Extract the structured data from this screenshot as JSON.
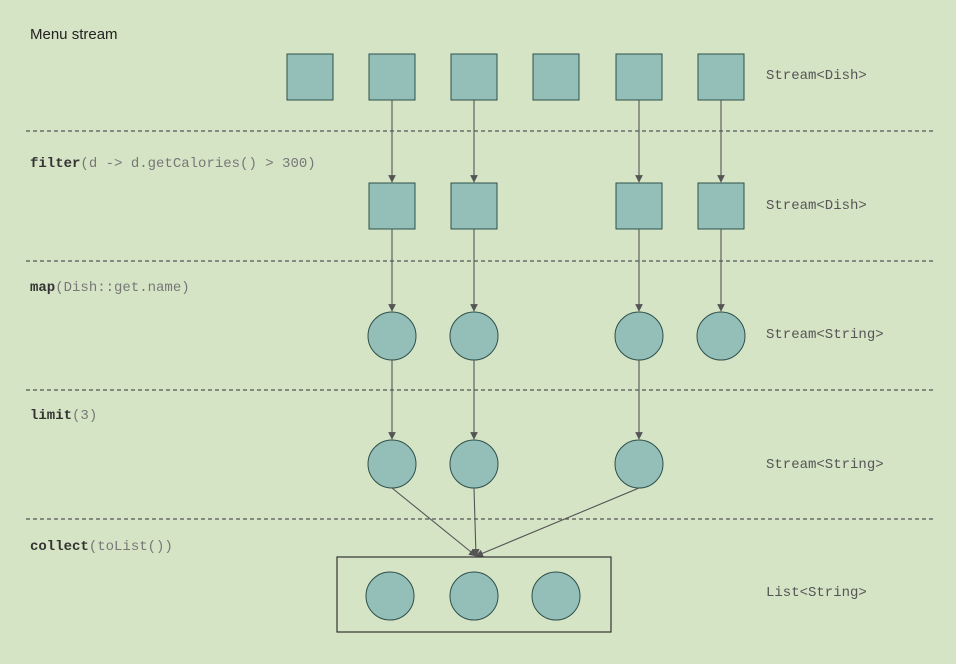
{
  "title": "Menu stream",
  "stages": [
    {
      "op": "",
      "args": "",
      "type": "Stream<Dish>",
      "shape": "square",
      "items": 6
    },
    {
      "op": "filter",
      "args": "(d -> d.getCalories() > 300)",
      "type": "Stream<Dish>",
      "shape": "square",
      "items": 4
    },
    {
      "op": "map",
      "args": "(Dish::get.name)",
      "type": "Stream<String>",
      "shape": "circle",
      "items": 4
    },
    {
      "op": "limit",
      "args": "(3)",
      "type": "Stream<String>",
      "shape": "circle",
      "items": 3
    },
    {
      "op": "collect",
      "args": "(toList())",
      "type": "List<String>",
      "shape": "circle",
      "items": 3
    }
  ],
  "colors": {
    "background": "#d6e4c6",
    "node_fill": "#93bfb8",
    "node_stroke": "#2f4f4a",
    "arrow": "#555555",
    "divider": "#555555"
  }
}
